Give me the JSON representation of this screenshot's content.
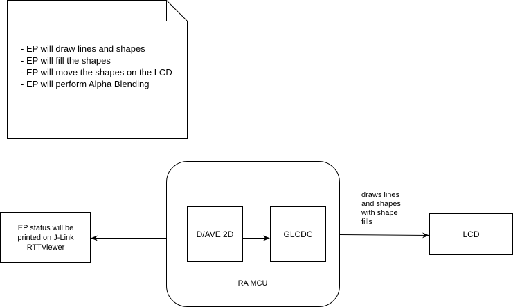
{
  "note": {
    "lines": [
      "- EP will draw lines and shapes",
      "- EP will fill the shapes",
      "- EP will move the shapes on the LCD",
      "- EP will perform Alpha Blending"
    ]
  },
  "mcu": {
    "label": "RA MCU",
    "dave2d_label": "D/AVE 2D",
    "glcdc_label": "GLCDC"
  },
  "status_box": {
    "label": "EP status will be printed on J-Link RTTViewer"
  },
  "lcd": {
    "label": "LCD"
  },
  "edge_to_lcd": {
    "label": "draws lines\nand shapes\nwith shape\nfills"
  },
  "colors": {
    "stroke": "#000000",
    "background": "#ffffff"
  }
}
